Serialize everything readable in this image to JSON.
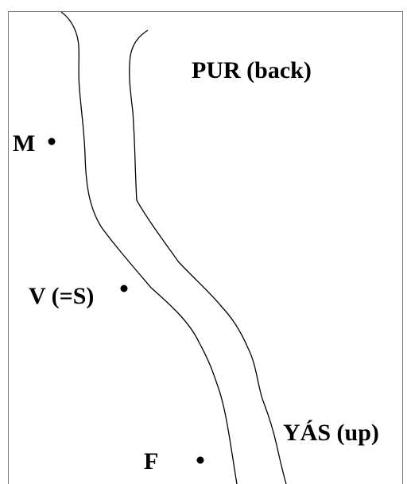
{
  "diagram": {
    "region_label": "PUR (back)",
    "river_label": "YÁS (up)",
    "points": [
      {
        "id": "M",
        "label": "M"
      },
      {
        "id": "V",
        "label": "V (=S)"
      },
      {
        "id": "F",
        "label": "F"
      }
    ],
    "colors": {
      "background": "#ffffff",
      "stroke": "#000000",
      "border": "#808080"
    }
  }
}
